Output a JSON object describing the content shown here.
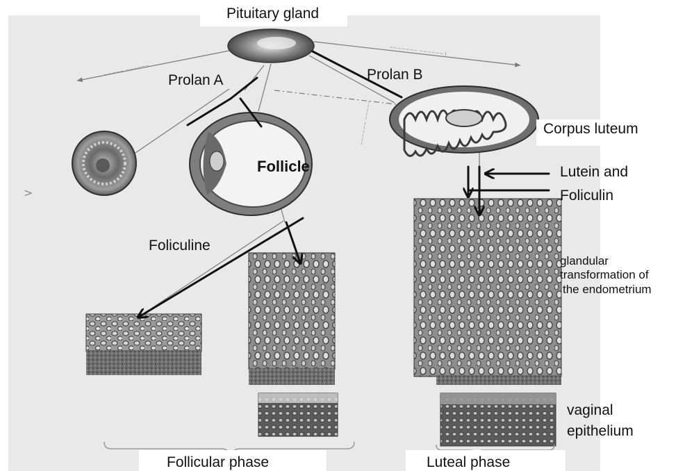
{
  "labels": {
    "pituitary_gland": "Pituitary gland",
    "prolan_a": "Prolan A",
    "prolan_b": "Prolan B",
    "corpus_luteum": "Corpus luteum",
    "follicle": "Follicle",
    "lutein_and": "Lutein and",
    "foliculin": "Foliculin",
    "foliculine": "Foliculine",
    "glandular_line1": "glandular",
    "glandular_line2": "transformation of",
    "glandular_line3": "the endometrium",
    "vaginal_line1": "vaginal",
    "vaginal_line2": "epithelium",
    "follicular_phase": "Follicular phase",
    "luteal_phase": "Luteal phase",
    "side_marker": ">"
  },
  "colors": {
    "plate_background": "#e9e9e9",
    "tissue_dark": "#4a4a4a",
    "tissue_mid": "#8c8c8c",
    "tissue_light": "#cfcfcf",
    "annotation": "#111111"
  }
}
